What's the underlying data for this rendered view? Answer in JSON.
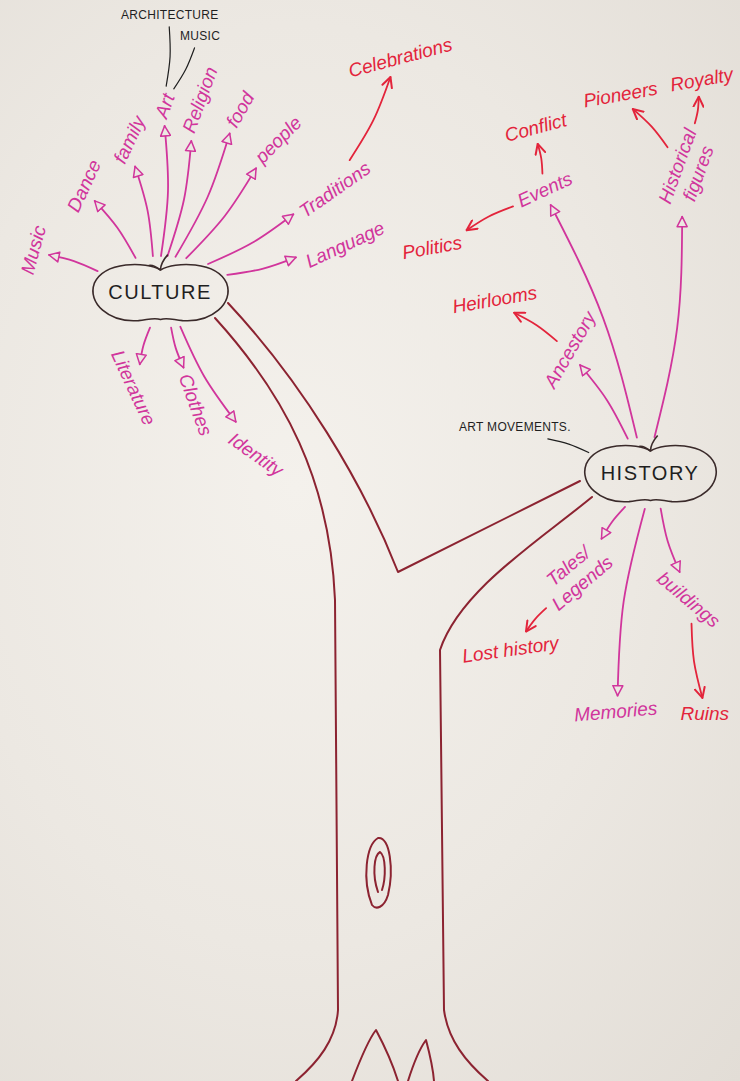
{
  "diagram": {
    "nodes": [
      {
        "text": [
          "CULTURE"
        ]
      },
      {
        "text": [
          "ARCHITECTURE"
        ]
      },
      {
        "text": [
          "MUSIC"
        ]
      },
      {
        "text": [
          "Music"
        ]
      },
      {
        "text": [
          "Dance"
        ]
      },
      {
        "text": [
          "family"
        ]
      },
      {
        "text": [
          "Art"
        ]
      },
      {
        "text": [
          "Religion"
        ]
      },
      {
        "text": [
          "food"
        ]
      },
      {
        "text": [
          "people"
        ]
      },
      {
        "text": [
          "Traditions"
        ]
      },
      {
        "text": [
          "Celebrations"
        ]
      },
      {
        "text": [
          "Language"
        ]
      },
      {
        "text": [
          "Literature"
        ]
      },
      {
        "text": [
          "Clothes"
        ]
      },
      {
        "text": [
          "Identity"
        ]
      },
      {
        "text": [
          "HISTORY"
        ]
      },
      {
        "text": [
          "Conflict"
        ]
      },
      {
        "text": [
          "Pioneers"
        ]
      },
      {
        "text": [
          "Royalty"
        ]
      },
      {
        "text": [
          "Politics"
        ]
      },
      {
        "text": [
          "Events"
        ]
      },
      {
        "text": [
          "Historical figures"
        ]
      },
      {
        "text": [
          "Heirlooms"
        ]
      },
      {
        "text": [
          "Ancestory"
        ]
      },
      {
        "text": [
          "ART MOVEMENTS."
        ]
      },
      {
        "text": [
          "Tales/ Legends"
        ]
      },
      {
        "text": [
          "Lost history"
        ]
      },
      {
        "text": [
          "Memories"
        ]
      },
      {
        "text": [
          "buildings"
        ]
      },
      {
        "text": [
          "Ruins"
        ]
      }
    ],
    "edges": [
      {
        "from": 0,
        "to": 3,
        "arrow": "to"
      },
      {
        "from": 0,
        "to": 4,
        "arrow": "to"
      },
      {
        "from": 0,
        "to": 5,
        "arrow": "to"
      },
      {
        "from": 0,
        "to": 6,
        "arrow": "to"
      },
      {
        "from": 6,
        "to": 1,
        "arrow": "none"
      },
      {
        "from": 6,
        "to": 2,
        "arrow": "none"
      },
      {
        "from": 0,
        "to": 7,
        "arrow": "to"
      },
      {
        "from": 0,
        "to": 8,
        "arrow": "to"
      },
      {
        "from": 0,
        "to": 9,
        "arrow": "to"
      },
      {
        "from": 0,
        "to": 10,
        "arrow": "to"
      },
      {
        "from": 10,
        "to": 11,
        "arrow": "to"
      },
      {
        "from": 0,
        "to": 12,
        "arrow": "to"
      },
      {
        "from": 0,
        "to": 13,
        "arrow": "to"
      },
      {
        "from": 0,
        "to": 14,
        "arrow": "to"
      },
      {
        "from": 0,
        "to": 15,
        "arrow": "to"
      },
      {
        "from": 16,
        "to": 21,
        "arrow": "to"
      },
      {
        "from": 21,
        "to": 17,
        "arrow": "to"
      },
      {
        "from": 21,
        "to": 20,
        "arrow": "to"
      },
      {
        "from": 16,
        "to": 22,
        "arrow": "to"
      },
      {
        "from": 22,
        "to": 18,
        "arrow": "to"
      },
      {
        "from": 22,
        "to": 19,
        "arrow": "to"
      },
      {
        "from": 16,
        "to": 24,
        "arrow": "to"
      },
      {
        "from": 24,
        "to": 23,
        "arrow": "to"
      },
      {
        "from": 16,
        "to": 25,
        "arrow": "none"
      },
      {
        "from": 16,
        "to": 26,
        "arrow": "to"
      },
      {
        "from": 26,
        "to": 27,
        "arrow": "to"
      },
      {
        "from": 16,
        "to": 28,
        "arrow": "to"
      },
      {
        "from": 16,
        "to": 29,
        "arrow": "to"
      },
      {
        "from": 29,
        "to": 30,
        "arrow": "to"
      }
    ]
  }
}
